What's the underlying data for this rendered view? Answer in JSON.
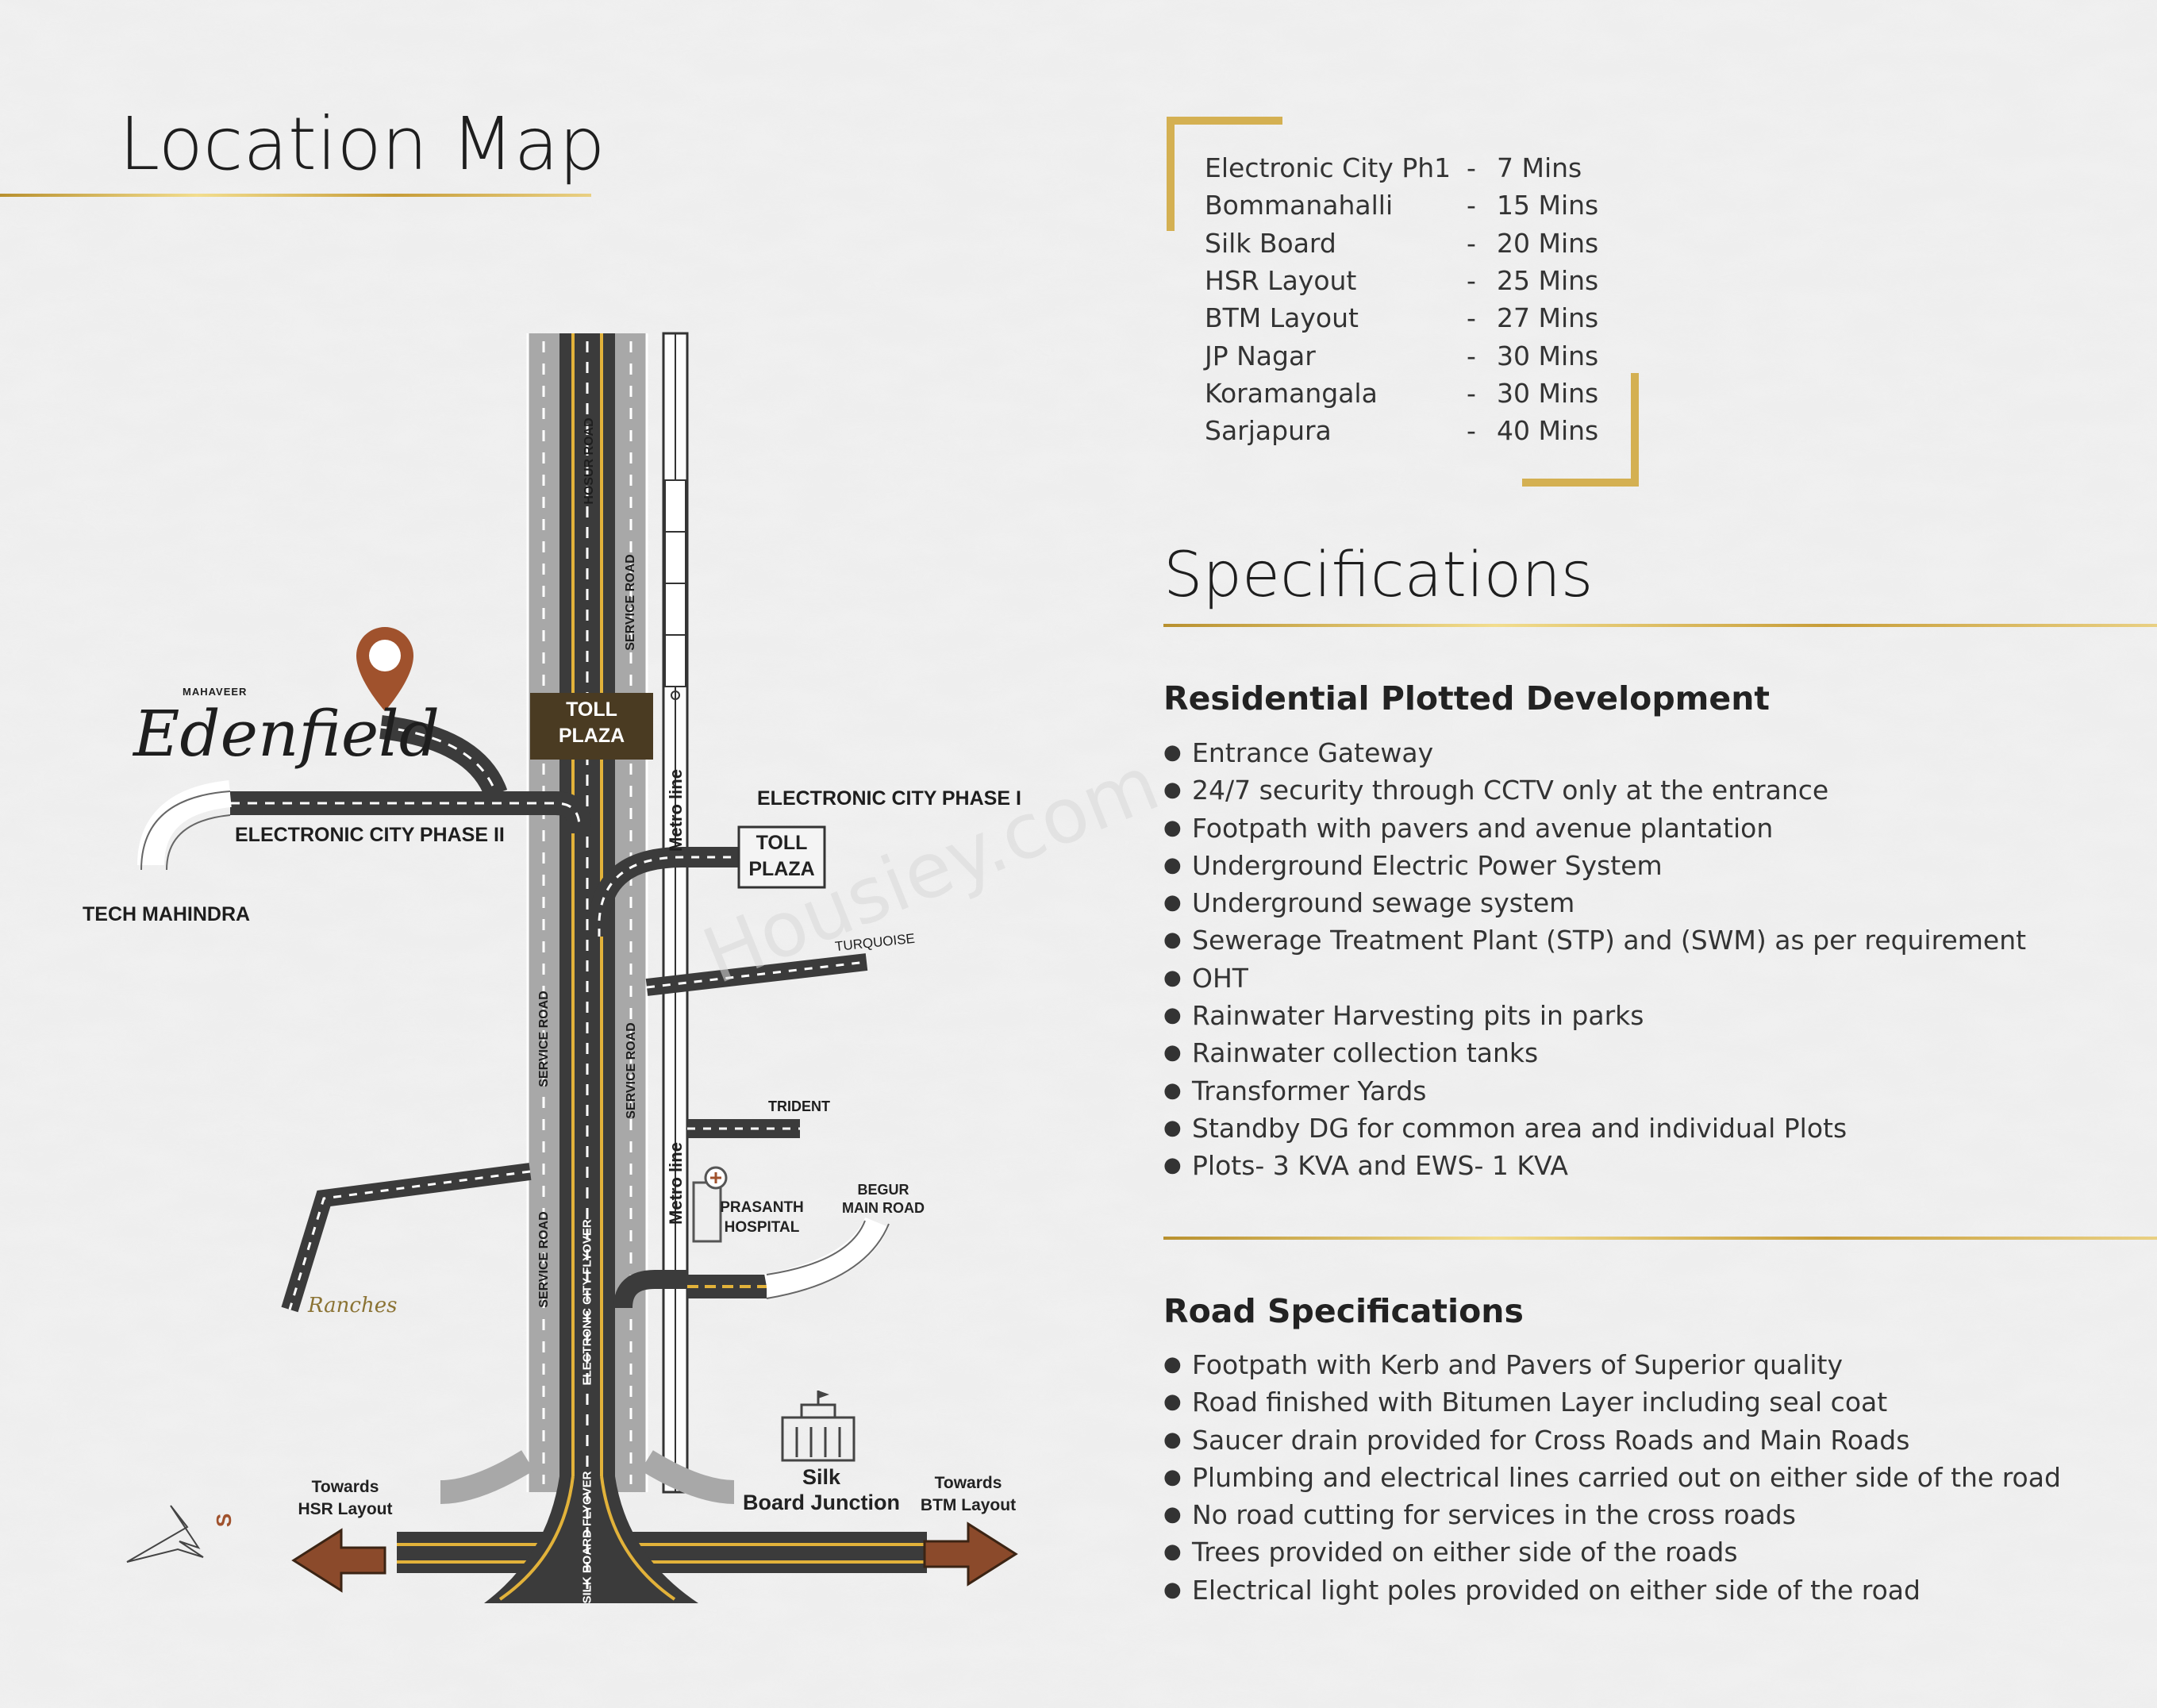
{
  "page": {
    "location_title": "Location Map",
    "spec_title": "Specifications"
  },
  "travel_times": [
    {
      "place": "Electronic City Ph1",
      "time": "7 Mins"
    },
    {
      "place": "Bommanahalli",
      "time": "15 Mins"
    },
    {
      "place": "Silk Board",
      "time": "20 Mins"
    },
    {
      "place": "HSR Layout",
      "time": "25 Mins"
    },
    {
      "place": "BTM Layout",
      "time": "27 Mins"
    },
    {
      "place": "JP Nagar",
      "time": "30 Mins"
    },
    {
      "place": "Koramangala",
      "time": "30 Mins"
    },
    {
      "place": "Sarjapura",
      "time": "40 Mins"
    }
  ],
  "travel_separator": "-",
  "specs": {
    "residential": {
      "heading": "Residential Plotted Development",
      "items": [
        "Entrance Gateway",
        "24/7 security through CCTV only at the entrance",
        "Footpath with pavers and avenue plantation",
        "Underground Electric Power System",
        "Underground sewage system",
        "Sewerage Treatment Plant  (STP) and  (SWM) as per requirement",
        "OHT",
        "Rainwater Harvesting pits in parks",
        "Rainwater collection tanks",
        "Transformer Yards",
        "Standby DG for common area and individual Plots",
        "Plots- 3 KVA and EWS- 1 KVA"
      ]
    },
    "road": {
      "heading": "Road Specifications",
      "items": [
        "Footpath with Kerb and Pavers of Superior quality",
        "Road finished with Bitumen Layer including seal coat",
        "Saucer drain provided for Cross Roads and Main Roads",
        "Plumbing and electrical lines carried out on either side of the road",
        "No road cutting for services in the cross roads",
        "Trees provided on either side of the roads",
        "Electrical light poles provided on either side of the road"
      ]
    }
  },
  "bullet": "●",
  "map": {
    "project_brand": "MAHAVEER",
    "project_name": "Edenfield",
    "labels": {
      "ecity2": "ELECTRONIC CITY PHASE II",
      "tech": "TECH MAHINDRA",
      "ecity1": "ELECTRONIC CITY PHASE I",
      "turquoise": "TURQUOISE",
      "trident": "TRIDENT",
      "hospital_line1": "PRASANTH",
      "hospital_line2": "HOSPITAL",
      "begur_line1": "BEGUR",
      "begur_line2": "MAIN ROAD",
      "ranches": "Ranches",
      "silk_line1": "Silk",
      "silk_line2": "Board Junction",
      "hsr_line1": "Towards",
      "hsr_line2": "HSR Layout",
      "btm_line1": "Towards",
      "btm_line2": "BTM Layout",
      "compass": "S"
    },
    "toll1": {
      "line1": "TOLL",
      "line2": "PLAZA"
    },
    "toll2": {
      "line1": "TOLL",
      "line2": "PLAZA"
    },
    "vertical": {
      "hosur": "HOSUR ROAD",
      "service_tr": "SERVICE ROAD",
      "service_ml": "SERVICE ROAD",
      "service_mr": "SERVICE ROAD",
      "service_bl": "SERVICE ROAD",
      "metro1": "Metro line",
      "metro2": "Metro line",
      "flyover1": "ELECTRONIC CITY FLYOVER",
      "flyover2": "SILK BOARD FLYOVER"
    },
    "watermark": "Housiey.com"
  },
  "colors": {
    "gold": "#d4b052",
    "road": "#3b3b3b",
    "service_road": "#a8a8a8",
    "toll_fill": "#4a3b22",
    "pin": "#a0522d",
    "arrow": "#8b4a2b"
  }
}
